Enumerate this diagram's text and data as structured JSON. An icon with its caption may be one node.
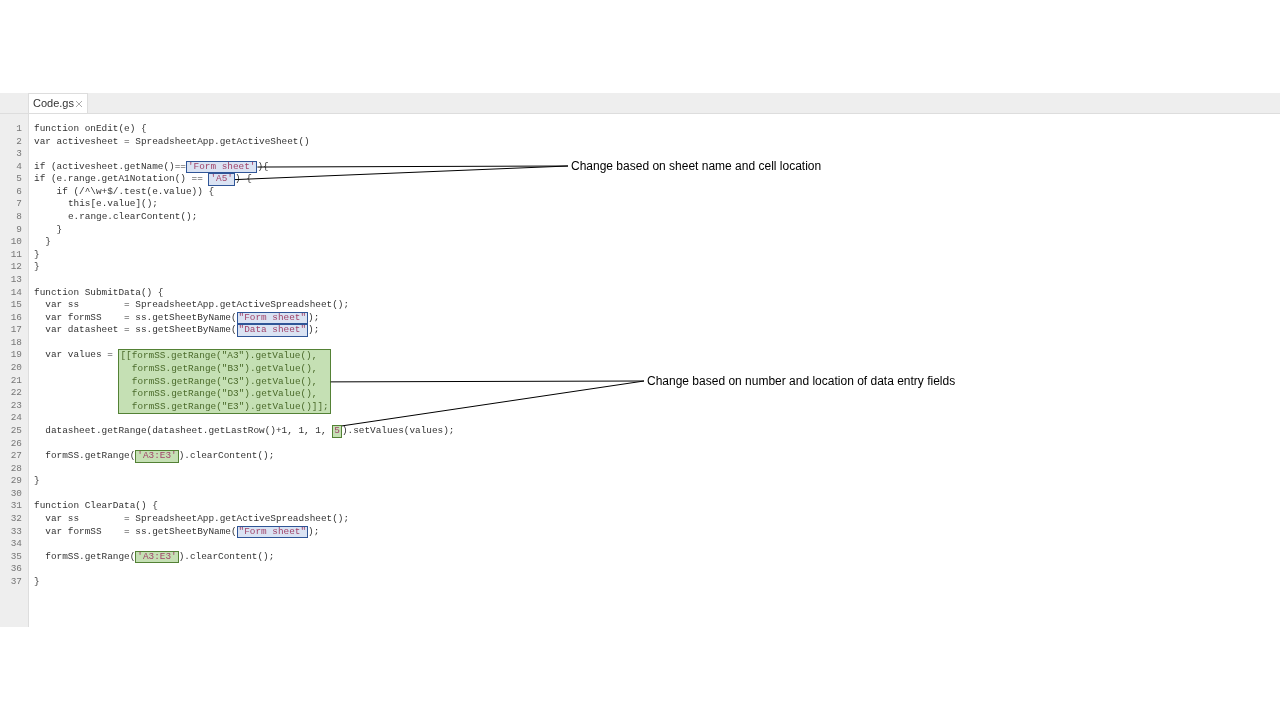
{
  "diagram": {
    "nodes": [
      {
        "text": [
          "'Form sheet'"
        ]
      },
      {
        "text": [
          "'A5'"
        ]
      },
      {
        "text": [
          "Change based on sheet name and cell location"
        ]
      },
      {
        "text": [
          "\"Form sheet\""
        ]
      },
      {
        "text": [
          "\"Data sheet\""
        ]
      },
      {
        "text": [
          "[[formSS.getRange(\"A3\").getValue(),",
          "formSS.getRange(\"B3\").getValue(),",
          "formSS.getRange(\"C3\").getValue(),",
          "formSS.getRange(\"D3\").getValue(),",
          "formSS.getRange(\"E3\").getValue()]];"
        ]
      },
      {
        "text": [
          "Change based on number and location of data entry fields"
        ]
      },
      {
        "text": [
          "5"
        ]
      },
      {
        "text": [
          "'A3:E3'"
        ]
      },
      {
        "text": [
          "\"Form sheet\""
        ]
      },
      {
        "text": [
          "'A3:E3'"
        ]
      }
    ],
    "edges": [
      {
        "from": 2,
        "to": 0,
        "arrow": "none"
      },
      {
        "from": 2,
        "to": 1,
        "arrow": "none"
      },
      {
        "from": 6,
        "to": 5,
        "arrow": "none"
      },
      {
        "from": 6,
        "to": 7,
        "arrow": "none"
      }
    ],
    "labels": [
      "Code.gs",
      "1",
      "function onEdit(e) {",
      "2",
      "var activesheet = SpreadsheetApp.getActiveSheet()",
      "3",
      "4",
      "if (activesheet.getName()==",
      "){",
      "5",
      "if (e.range.getA1Notation() ==",
      ") {",
      "6",
      "if (/^\\w+$/.test(e.value)) {",
      "7",
      "this[e.value]();",
      "8",
      "e.range.clearContent();",
      "9",
      "}",
      "10",
      "}",
      "11",
      "}",
      "12",
      "}",
      "13",
      "14",
      "function SubmitData() {",
      "15",
      "var ss        = SpreadsheetApp.getActiveSpreadsheet();",
      "16",
      "var formSS    = ss.getSheetByName(",
      ");",
      "17",
      "var datasheet = ss.getSheetByName(",
      ");",
      "18",
      "19",
      "var values =",
      "20",
      "21",
      "22",
      "23",
      "24",
      "25",
      "datasheet.getRange(datasheet.getLastRow()+1, 1, 1,",
      ").setValues(values);",
      "26",
      "27",
      "formSS.getRange(",
      ").clearContent();",
      "28",
      "29",
      "}",
      "30",
      "31",
      "function ClearData() {",
      "32",
      "var ss        = SpreadsheetApp.getActiveSpreadsheet();",
      "33",
      "var formSS    = ss.getSheetByName(",
      ");",
      "34",
      "35",
      "formSS.getRange(",
      ").clearContent();",
      "36",
      "37",
      "}"
    ]
  }
}
